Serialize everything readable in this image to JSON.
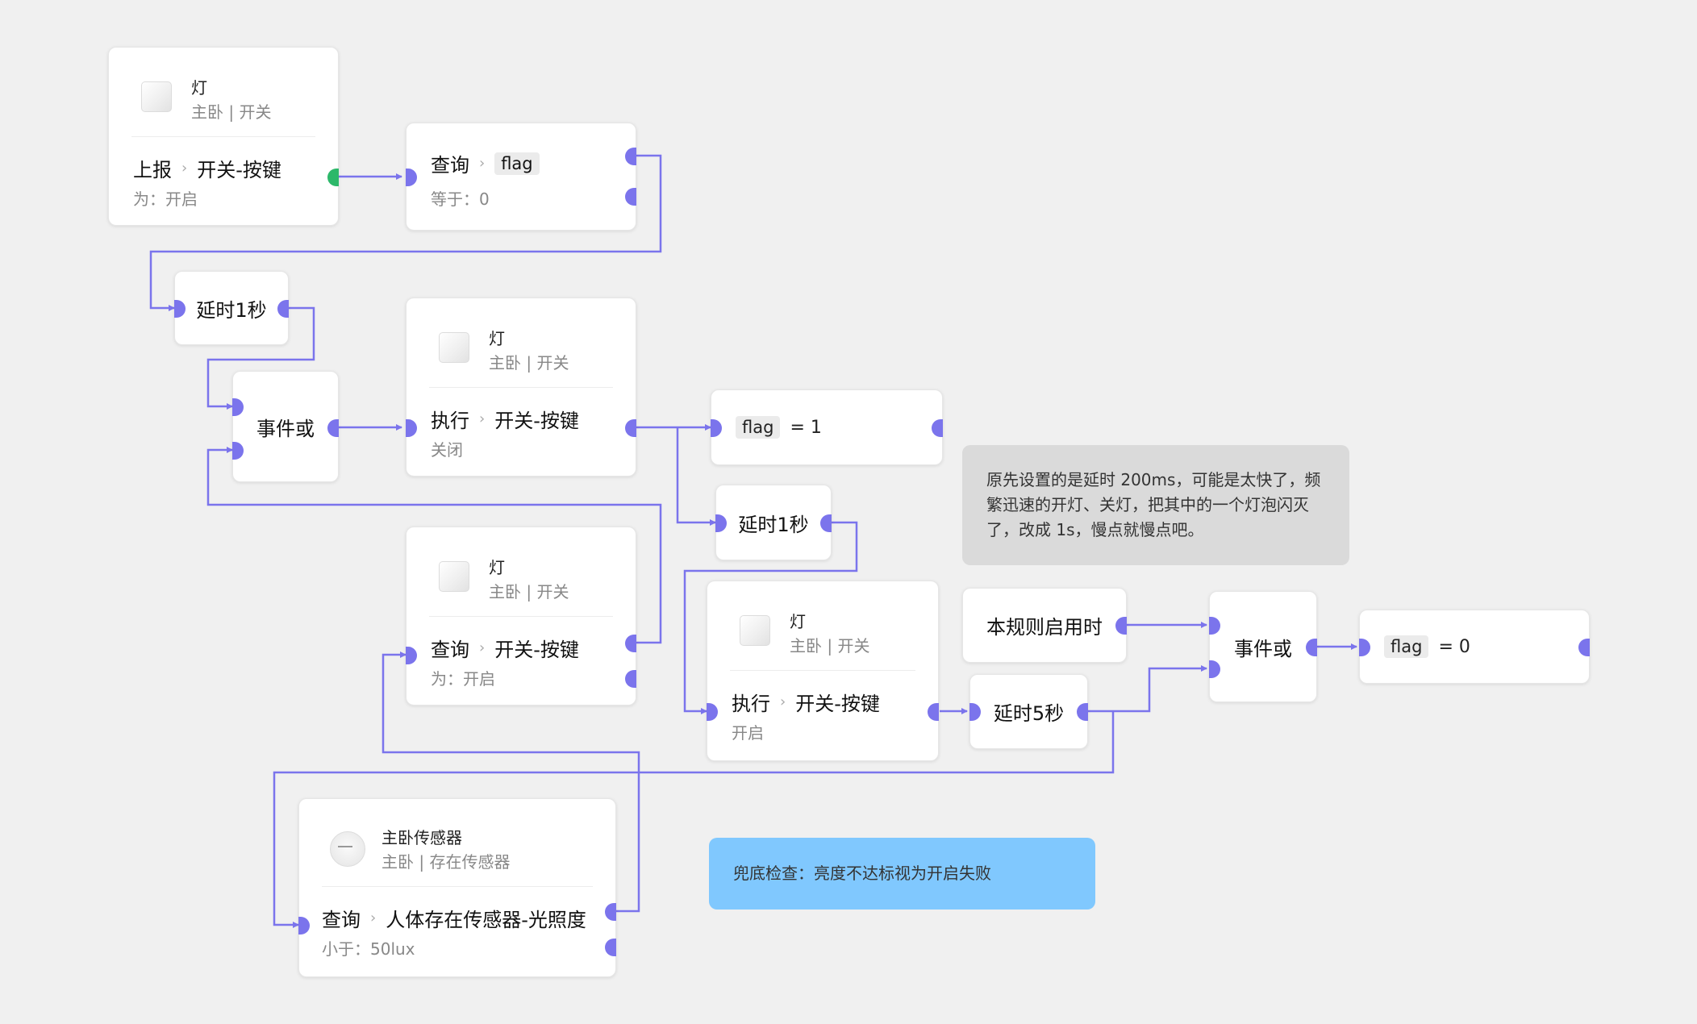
{
  "palette": {
    "wire": "#7b74ec",
    "port": "#7b74ec",
    "active_port": "#2db86a",
    "note_gray": "#dadada",
    "note_blue": "#80c8fe"
  },
  "n1": {
    "icon": "light-panel-icon",
    "name": "灯",
    "sub": "主卧 | 开关",
    "verb": "上报",
    "target": "开关-按键",
    "value": "为：开启"
  },
  "n2": {
    "verb": "查询",
    "flag": "flag",
    "value": "等于：0"
  },
  "n3": {
    "label": "延时1秒"
  },
  "n4": {
    "label": "事件或"
  },
  "n5": {
    "icon": "light-panel-icon",
    "name": "灯",
    "sub": "主卧 | 开关",
    "verb": "执行",
    "target": "开关-按键",
    "value": "关闭"
  },
  "n6": {
    "flag": "flag",
    "expr": "= 1"
  },
  "n7": {
    "label": "延时1秒"
  },
  "n8": {
    "icon": "light-panel-icon",
    "name": "灯",
    "sub": "主卧 | 开关",
    "verb": "查询",
    "target": "开关-按键",
    "value": "为：开启"
  },
  "n9": {
    "icon": "light-panel-icon",
    "name": "灯",
    "sub": "主卧 | 开关",
    "verb": "执行",
    "target": "开关-按键",
    "value": "开启"
  },
  "n10": {
    "label": "本规则启用时"
  },
  "n11": {
    "label": "延时5秒"
  },
  "n12": {
    "label": "事件或"
  },
  "n13": {
    "flag": "flag",
    "expr": "= 0"
  },
  "n14": {
    "icon": "presence-sensor-icon",
    "name": "主卧传感器",
    "sub": "主卧 | 存在传感器",
    "verb": "查询",
    "target": "人体存在传感器-光照度",
    "value": "小于：50lux"
  },
  "note1": {
    "text": "原先设置的是延时 200ms，可能是太快了，频繁迅速的开灯、关灯，把其中的一个灯泡闪灭了，改成 1s，慢点就慢点吧。"
  },
  "note2": {
    "text": "兜底检查：亮度不达标视为开启失败"
  },
  "sep_icon": "chevron-right-icon"
}
